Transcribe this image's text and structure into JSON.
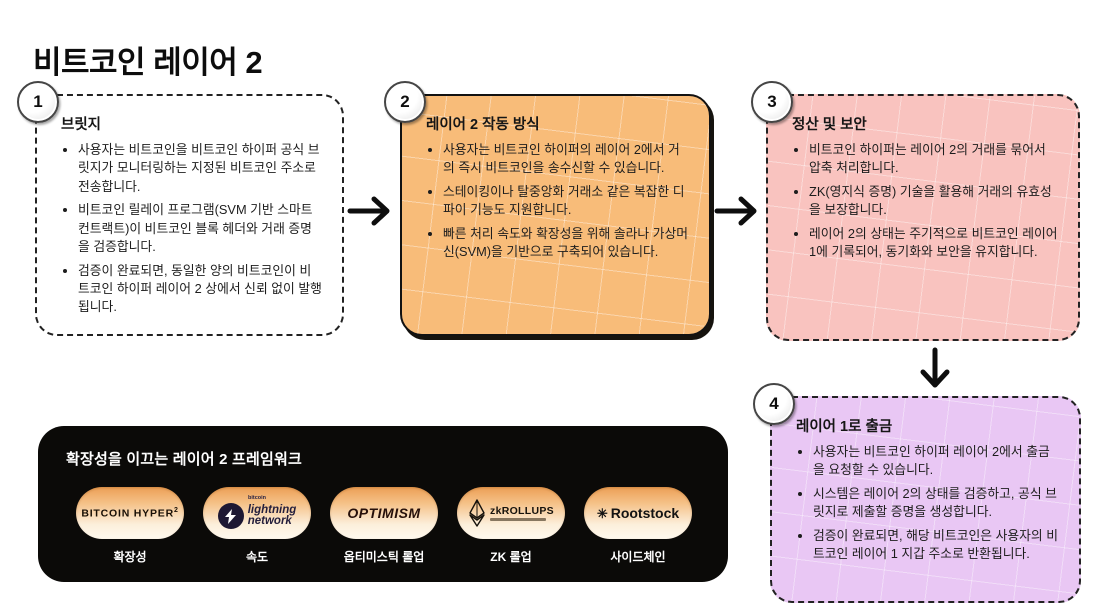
{
  "title": "비트코인 레이어 2",
  "steps": [
    {
      "number": "1",
      "title": "브릿지",
      "bullets": [
        "사용자는 비트코인을 비트코인 하이퍼 공식 브릿지가 모니터링하는 지정된 비트코인 주소로 전송합니다.",
        "비트코인 릴레이 프로그램(SVM 기반 스마트 컨트랙트)이 비트코인 블록 헤더와 거래 증명을 검증합니다.",
        "검증이 완료되면, 동일한 양의 비트코인이 비트코인 하이퍼 레이어 2 상에서 신뢰 없이 발행됩니다."
      ]
    },
    {
      "number": "2",
      "title": "레이어 2 작동 방식",
      "bullets": [
        "사용자는 비트코인 하이퍼의 레이어 2에서 거의 즉시 비트코인을 송수신할 수 있습니다.",
        "스테이킹이나 탈중앙화 거래소 같은 복잡한 디파이 기능도 지원합니다.",
        "빠른 처리 속도와 확장성을 위해 솔라나 가상머신(SVM)을 기반으로 구축되어 있습니다."
      ]
    },
    {
      "number": "3",
      "title": "정산 및 보안",
      "bullets": [
        "비트코인 하이퍼는 레이어 2의 거래를 묶어서 압축 처리합니다.",
        "ZK(영지식 증명) 기술을 활용해 거래의 유효성을 보장합니다.",
        "레이어 2의 상태는 주기적으로 비트코인 레이어 1에 기록되어, 동기화와 보안을 유지합니다."
      ]
    },
    {
      "number": "4",
      "title": "레이어 1로 출금",
      "bullets": [
        "사용자는 비트코인 하이퍼 레이어 2에서 출금을 요청할 수 있습니다.",
        "시스템은 레이어 2의 상태를 검증하고, 공식 브릿지로 제출할 증명을 생성합니다.",
        "검증이 완료되면, 해당 비트코인은 사용자의 비트코인 레이어 1 지갑 주소로 반환됩니다."
      ]
    }
  ],
  "framework": {
    "title": "확장성을 이끄는 레이어 2 프레임워크",
    "items": [
      {
        "logo": "BITCOIN HYPER",
        "logo_sup": "2",
        "label": "확장성"
      },
      {
        "logo_top": "bitcoin",
        "logo_line1": "lightning",
        "logo_line2": "network",
        "label": "속도"
      },
      {
        "logo": "OPTIMISM",
        "label": "옵티미스틱 롤업"
      },
      {
        "logo": "zkROLLUPS",
        "label": "ZK 롤업"
      },
      {
        "logo": "Rootstock",
        "label": "사이드체인"
      }
    ]
  },
  "colors": {
    "step2_bg": "#f8bc79",
    "step3_bg": "#f9c3bf",
    "step4_bg": "#e9c7f4",
    "panel_bg": "#0b0a08",
    "pill_orange": "#ec9f55"
  }
}
